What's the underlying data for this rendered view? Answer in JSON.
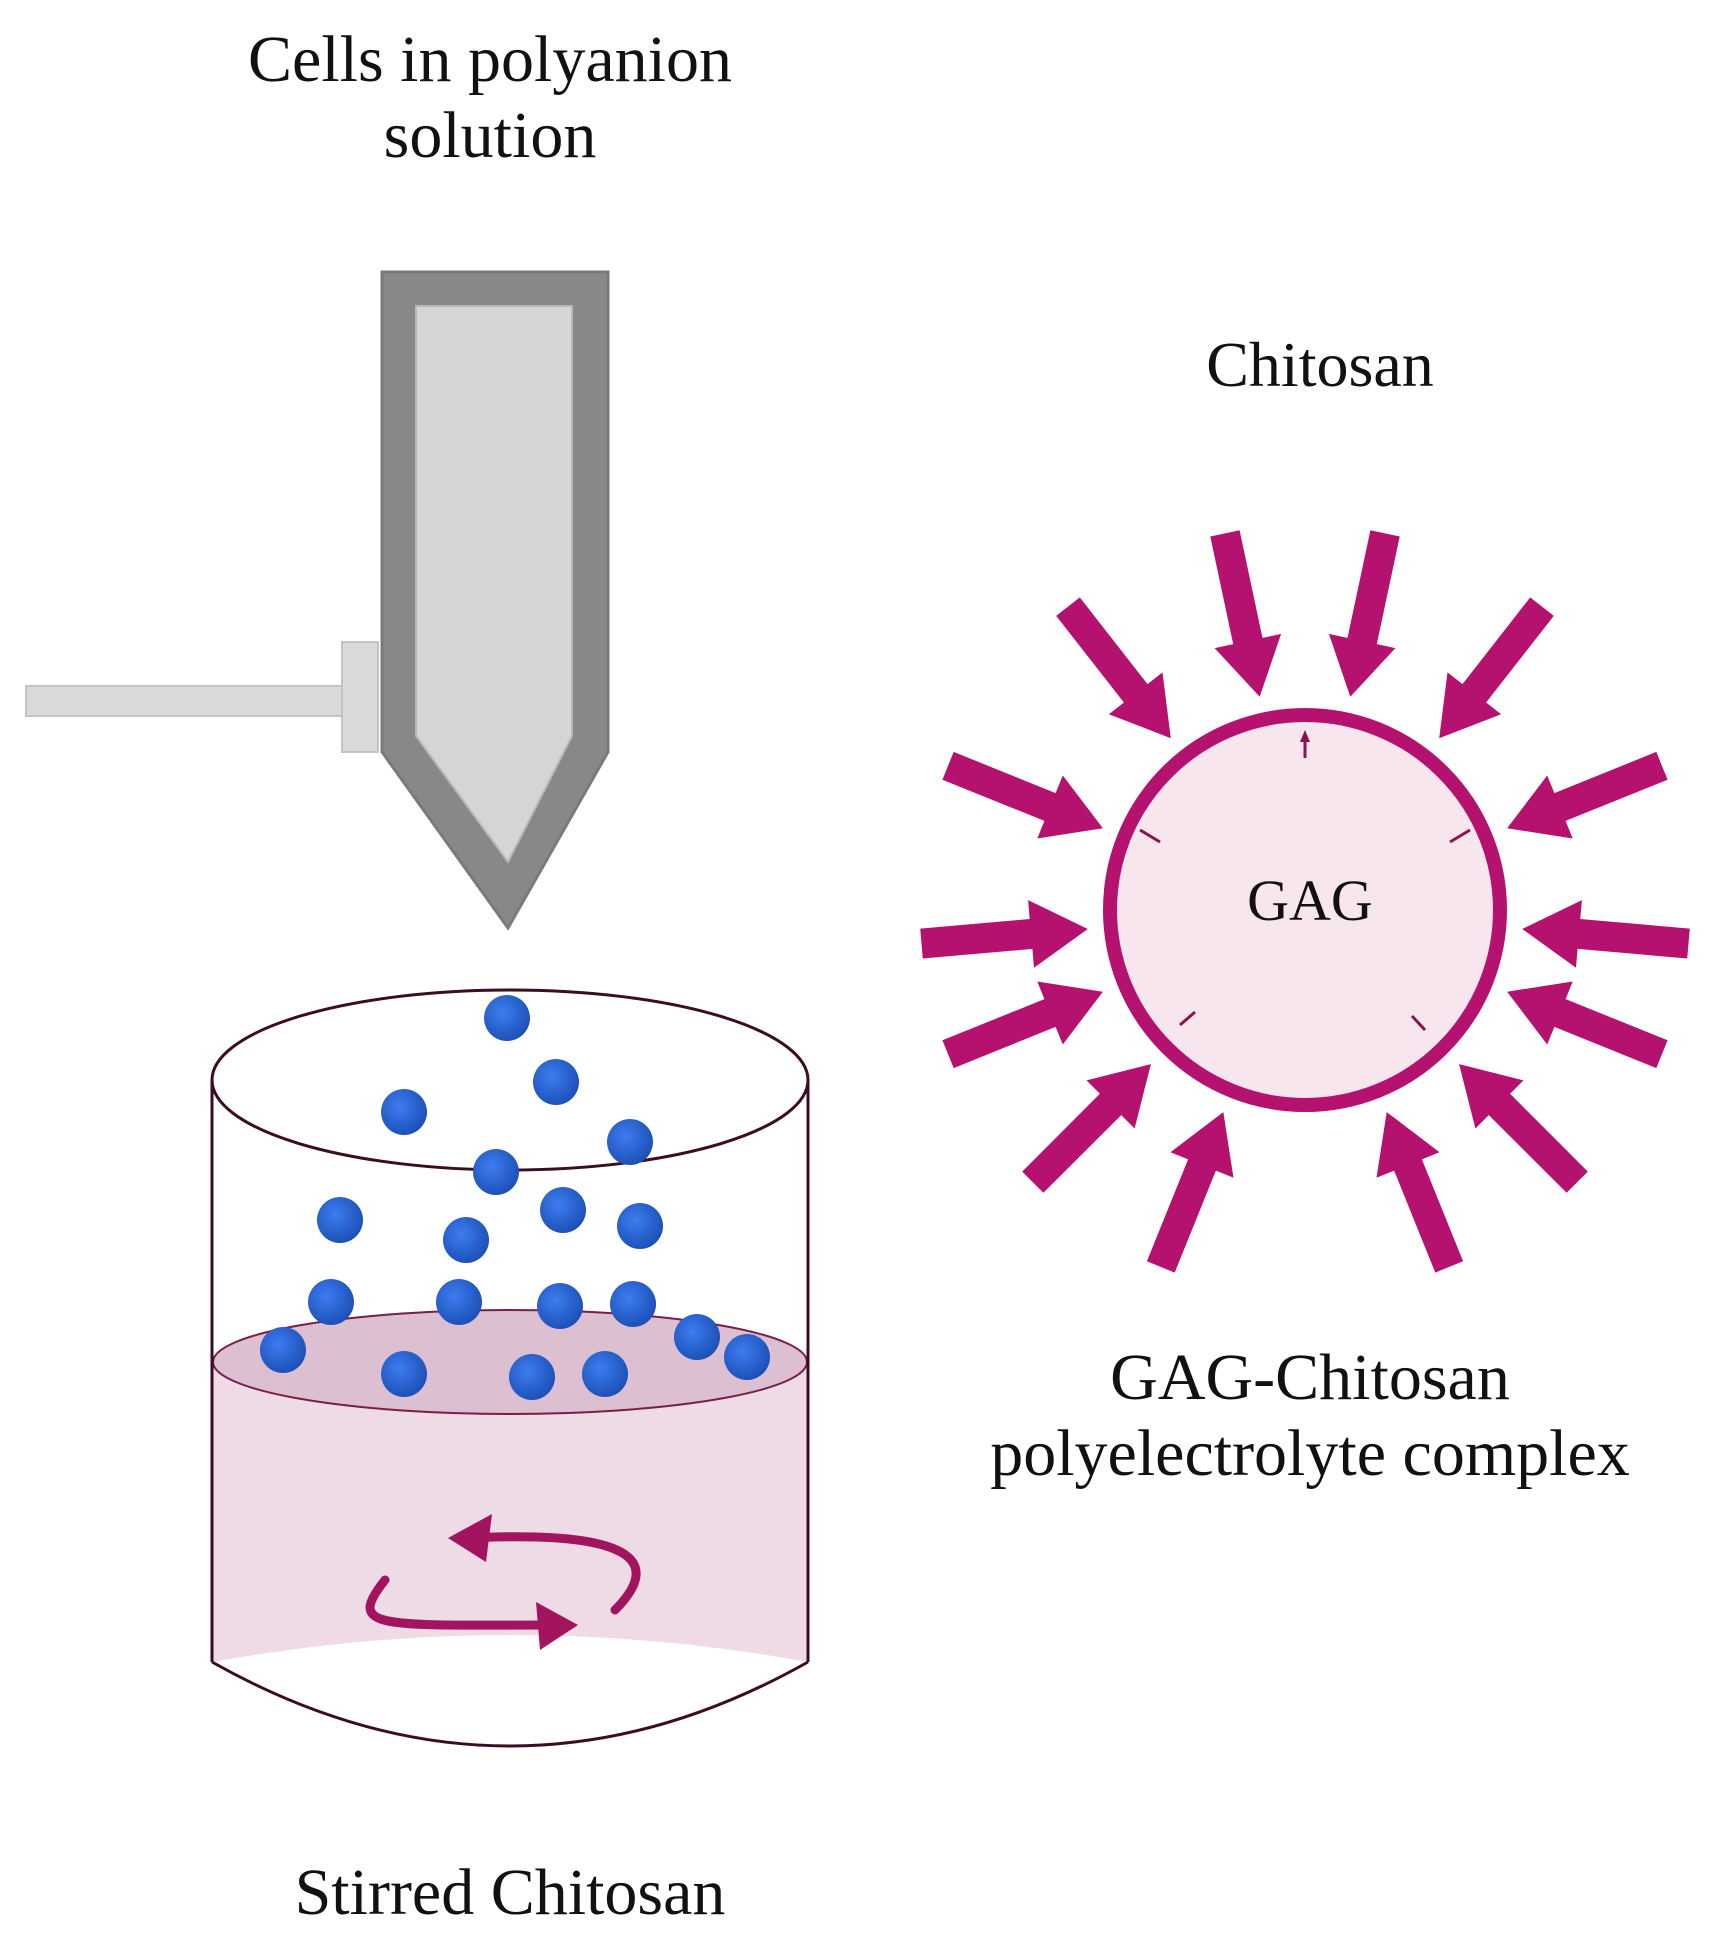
{
  "labels": {
    "syringe_contents": [
      "Cells in polyanion",
      "solution"
    ],
    "outer_polymer": "Chitosan",
    "core": "GAG",
    "complex": [
      "GAG-Chitosan",
      "polyelectrolyte complex"
    ],
    "beaker": "Stirred Chitosan"
  },
  "colors": {
    "bead": "#2f6fe0",
    "bead_shade": "#1d4fb8",
    "arrow": "#b5116e",
    "core_fill": "#f8e6ef",
    "liquid": "#efdbe5",
    "liquid_surface": "#dcbfd0",
    "stir_arrow": "#a3145f",
    "syringe_body": "#888888",
    "syringe_inner": "#d5d5d5",
    "syringe_handle": "#d9d9d9"
  },
  "icons": {
    "dispenser": "syringe-icon",
    "container": "beaker-icon",
    "stirring": "circular-arrows-icon",
    "complex": "capsule-icon"
  }
}
